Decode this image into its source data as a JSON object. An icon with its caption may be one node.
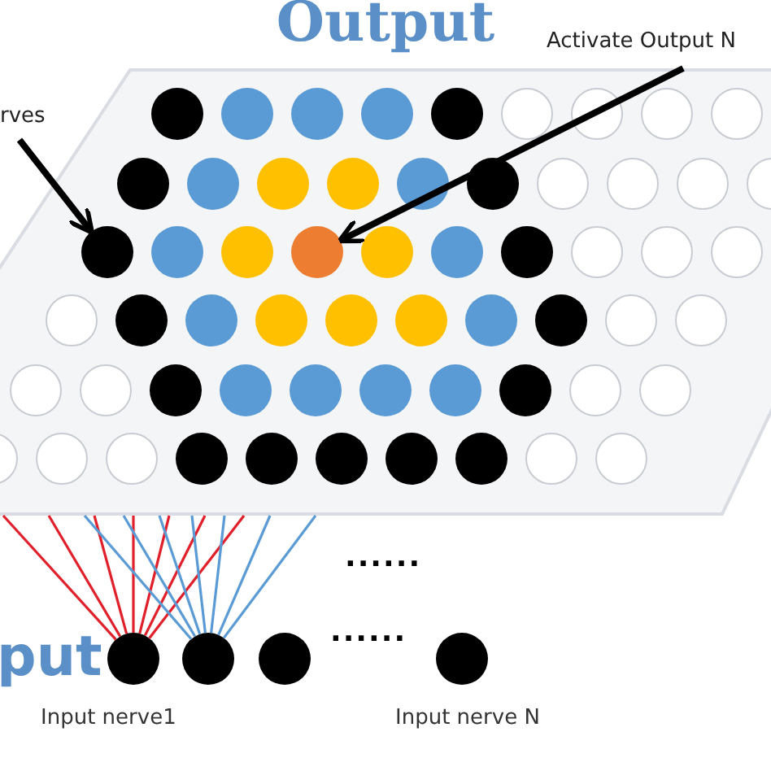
{
  "diagram": {
    "title": "Output",
    "nodes": [
      {
        "text": [],
        "shape": "parallelogram"
      },
      {
        "text": [
          "rves"
        ]
      },
      {
        "text": [
          "Activate Output N"
        ]
      },
      {
        "text": [],
        "shape": "circle",
        "in": 0
      },
      {
        "text": [],
        "shape": "circle",
        "in": 0
      },
      {
        "text": [],
        "shape": "circle",
        "in": 0
      },
      {
        "text": [],
        "shape": "circle",
        "in": 0
      },
      {
        "text": [],
        "shape": "circle",
        "in": 0
      },
      {
        "text": [],
        "shape": "circle",
        "in": 0
      },
      {
        "text": [],
        "shape": "circle",
        "in": 0
      },
      {
        "text": [],
        "shape": "circle",
        "in": 0
      },
      {
        "text": [],
        "shape": "circle",
        "in": 0
      },
      {
        "text": [],
        "shape": "circle",
        "in": 0
      },
      {
        "text": [],
        "shape": "circle",
        "in": 0
      },
      {
        "text": [],
        "shape": "circle",
        "in": 0
      },
      {
        "text": [],
        "shape": "circle",
        "in": 0
      },
      {
        "text": [],
        "shape": "circle",
        "in": 0
      },
      {
        "text": [],
        "shape": "circle",
        "in": 0
      },
      {
        "text": [],
        "shape": "circle",
        "in": 0
      },
      {
        "text": [],
        "shape": "circle",
        "in": 0
      },
      {
        "text": [],
        "shape": "circle",
        "in": 0
      },
      {
        "text": [],
        "shape": "circle",
        "in": 0
      },
      {
        "text": [],
        "shape": "circle",
        "in": 0
      },
      {
        "text": [],
        "shape": "circle",
        "in": 0
      },
      {
        "text": [],
        "shape": "circle",
        "in": 0
      },
      {
        "text": [],
        "shape": "circle",
        "in": 0
      },
      {
        "text": [],
        "shape": "circle",
        "in": 0
      },
      {
        "text": [],
        "shape": "circle",
        "in": 0
      },
      {
        "text": [],
        "shape": "circle",
        "in": 0
      },
      {
        "text": [],
        "shape": "circle",
        "in": 0
      },
      {
        "text": [],
        "shape": "circle",
        "in": 0
      },
      {
        "text": [],
        "shape": "circle",
        "in": 0
      },
      {
        "text": [],
        "shape": "circle",
        "in": 0
      },
      {
        "text": [],
        "shape": "circle",
        "in": 0
      },
      {
        "text": [],
        "shape": "circle",
        "in": 0
      },
      {
        "text": [],
        "shape": "circle",
        "in": 0
      },
      {
        "text": [],
        "shape": "circle",
        "in": 0
      },
      {
        "text": [],
        "shape": "circle",
        "in": 0
      },
      {
        "text": [],
        "shape": "circle",
        "in": 0
      },
      {
        "text": [],
        "shape": "circle",
        "in": 0
      },
      {
        "text": [],
        "shape": "circle",
        "in": 0
      },
      {
        "text": [],
        "shape": "circle",
        "in": 0
      },
      {
        "text": [],
        "shape": "circle",
        "in": 0
      },
      {
        "text": [],
        "shape": "circle",
        "in": 0
      },
      {
        "text": [],
        "shape": "circle",
        "in": 0
      },
      {
        "text": [],
        "shape": "circle",
        "in": 0
      },
      {
        "text": [],
        "shape": "circle",
        "in": 0
      },
      {
        "text": [],
        "shape": "circle",
        "in": 0
      },
      {
        "text": [],
        "shape": "circle",
        "in": 0
      },
      {
        "text": [],
        "shape": "circle",
        "in": 0
      },
      {
        "text": [],
        "shape": "circle",
        "in": 0
      },
      {
        "text": [],
        "shape": "circle",
        "in": 0
      },
      {
        "text": [],
        "shape": "circle",
        "in": 0
      },
      {
        "text": [],
        "shape": "circle",
        "in": 0
      },
      {
        "text": [],
        "shape": "circle",
        "in": 0
      },
      {
        "text": [],
        "shape": "circle",
        "in": 0
      },
      {
        "text": [],
        "shape": "circle",
        "in": 0
      },
      {
        "text": [],
        "shape": "circle",
        "in": 0
      },
      {
        "text": [],
        "shape": "circle",
        "in": 0
      },
      {
        "text": [],
        "shape": "circle",
        "in": 0
      },
      {
        "text": [],
        "shape": "circle",
        "in": 0
      },
      {
        "text": [],
        "shape": "circle",
        "in": 0
      },
      {
        "text": [],
        "shape": "circle",
        "beside": [
          "Input nerve1"
        ]
      },
      {
        "text": [],
        "shape": "circle"
      },
      {
        "text": [],
        "shape": "circle"
      },
      {
        "text": [],
        "shape": "circle",
        "beside": [
          "Input nerve N"
        ]
      }
    ],
    "edges": [
      {
        "from": 1,
        "to": 22,
        "arrow": "to",
        "style": "thick",
        "color": "#000000"
      },
      {
        "from": 2,
        "to": 25,
        "arrow": "to",
        "style": "thick",
        "color": "#000000"
      },
      {
        "from": 62,
        "to": 0,
        "arrow": "none",
        "color": "#e0202a"
      },
      {
        "from": 62,
        "to": 0,
        "arrow": "none",
        "color": "#e0202a"
      },
      {
        "from": 62,
        "to": 0,
        "arrow": "none",
        "color": "#e0202a"
      },
      {
        "from": 62,
        "to": 0,
        "arrow": "none",
        "color": "#e0202a"
      },
      {
        "from": 62,
        "to": 0,
        "arrow": "none",
        "color": "#e0202a"
      },
      {
        "from": 62,
        "to": 0,
        "arrow": "none",
        "color": "#e0202a"
      },
      {
        "from": 62,
        "to": 0,
        "arrow": "none",
        "color": "#e0202a"
      },
      {
        "from": 63,
        "to": 0,
        "arrow": "none",
        "color": "#5b9bd5"
      },
      {
        "from": 63,
        "to": 0,
        "arrow": "none",
        "color": "#5b9bd5"
      },
      {
        "from": 63,
        "to": 0,
        "arrow": "none",
        "color": "#5b9bd5"
      },
      {
        "from": 63,
        "to": 0,
        "arrow": "none",
        "color": "#5b9bd5"
      },
      {
        "from": 63,
        "to": 0,
        "arrow": "none",
        "color": "#5b9bd5"
      },
      {
        "from": 63,
        "to": 0,
        "arrow": "none",
        "color": "#5b9bd5"
      },
      {
        "from": 63,
        "to": 0,
        "arrow": "none",
        "color": "#5b9bd5"
      }
    ],
    "labels": [
      "......",
      "put",
      "......"
    ]
  }
}
